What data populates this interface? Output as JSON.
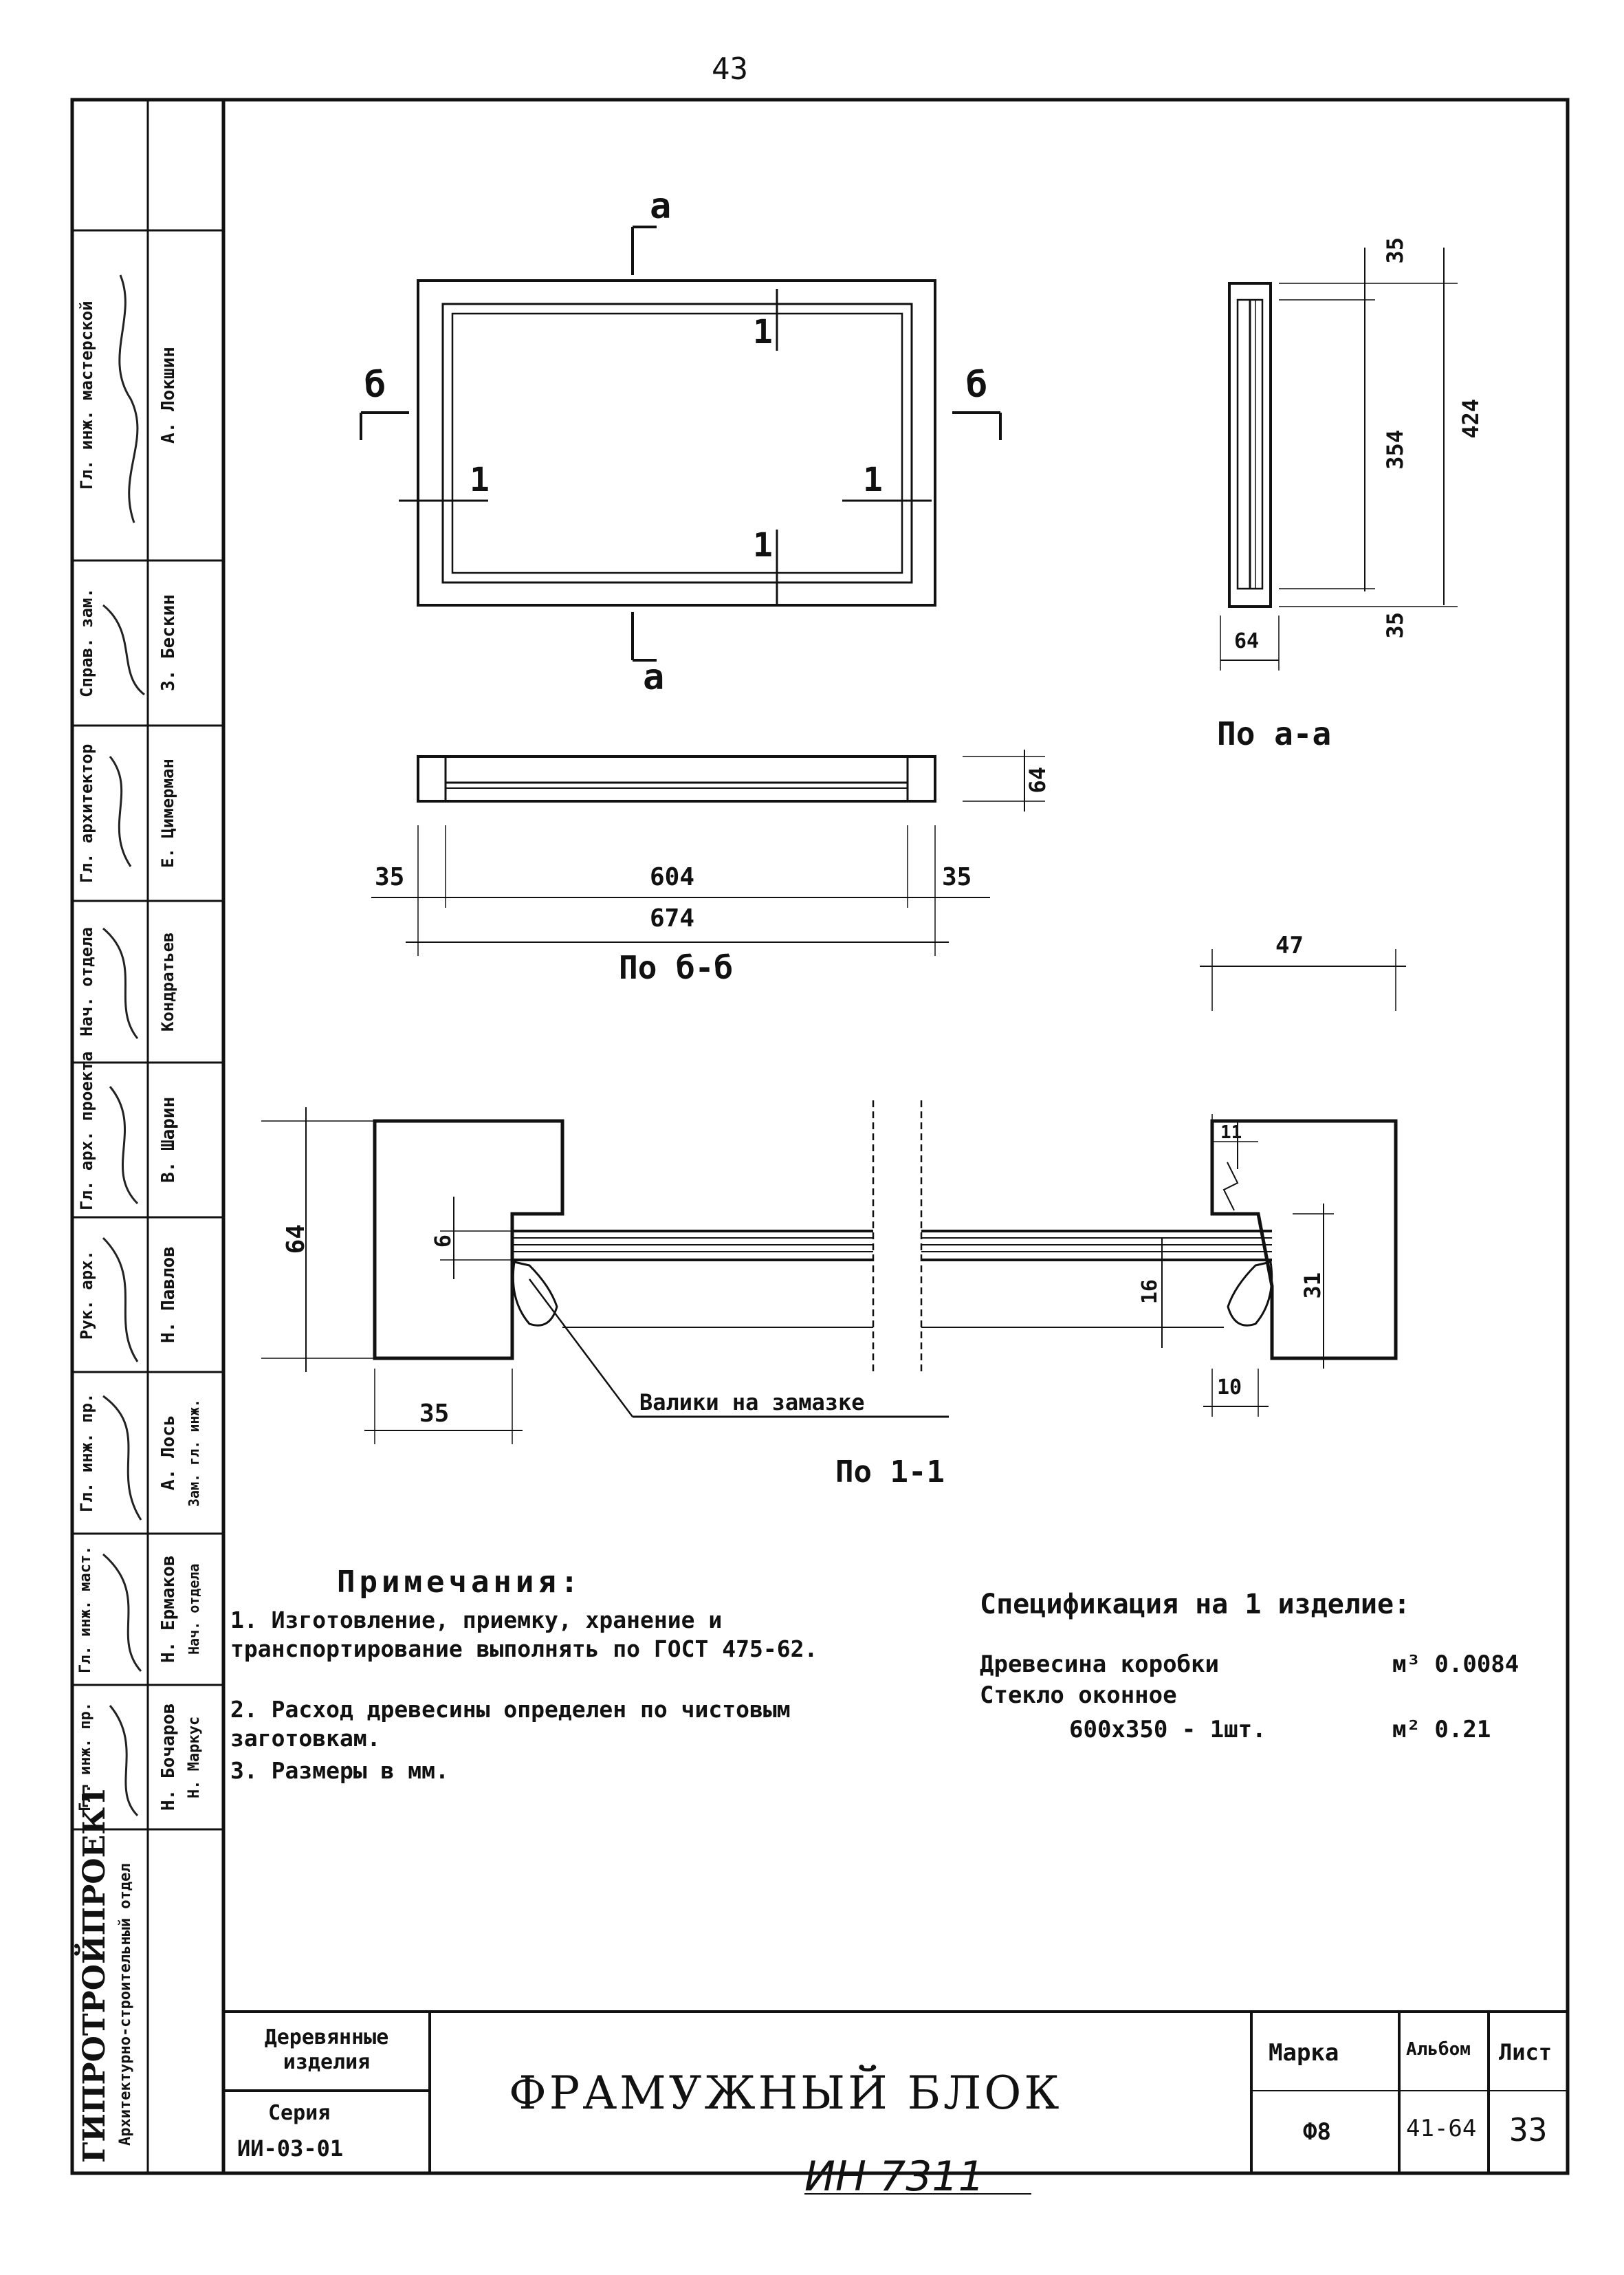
{
  "page_number": "43",
  "archive_number": "ИН 7311",
  "views": {
    "section_a_a": "По а-а",
    "section_b_b": "По б-б",
    "section_1_1": "По 1-1"
  },
  "plan_marks": {
    "cut_a": "а",
    "cut_b": "б",
    "cut_1": "1"
  },
  "dimensions": {
    "d35": "35",
    "d354": "354",
    "d424": "424",
    "d64": "64",
    "d604": "604",
    "d674": "674",
    "d47": "47",
    "d6": "6",
    "d16": "16",
    "d11": "11",
    "d31": "31",
    "d10": "10"
  },
  "callout": "Валики на замазке",
  "notes": {
    "title": "Примечания:",
    "items": [
      "1. Изготовление, приемку, хранение и транспортирование выполнять по ГОСТ 475-62.",
      "2. Расход древесины определен по чистовым заготовкам.",
      "3. Размеры в мм."
    ]
  },
  "spec": {
    "title": "Спецификация на 1 изделие:",
    "rows": [
      {
        "name": "Древесина коробки",
        "value": "м³ 0.0084"
      },
      {
        "name": "Стекло оконное",
        "value": ""
      },
      {
        "name": "600х350 - 1шт.",
        "value": "м² 0.21"
      }
    ]
  },
  "title_block": {
    "category": "Деревянные изделия",
    "series_label": "Серия",
    "series": "ИИ-03-01",
    "name": "ФРАМУЖНЫЙ БЛОК",
    "mark_label": "Марка",
    "mark": "Ф8",
    "album_label": "Альбом",
    "album": "41-64",
    "sheet_label": "Лист",
    "sheet": "33"
  },
  "side_stamp": {
    "org": "ГИПРОТРОЙПРОЕКТ",
    "dept": "Архитектурно-строительный отдел",
    "roles": [
      "Гл. инж. мастерской",
      "Гл. архитектор",
      "Нач. отдела",
      "Гл. арх. проекта",
      "Рук. арх.",
      "Гл. инж. пр.",
      "Гл. инж. маст.",
      "Гл. инж. пр.",
      "Нач. отдела",
      "Зам. гл. инж."
    ],
    "names": [
      "А. Локшин",
      "З. Бескин",
      "Е. Цимерман",
      "Кондратьев",
      "В. Шарин",
      "Н. Павлов",
      "А. Лось",
      "Н. Ермаков",
      "Н. Бочаров",
      "Н. Маркус"
    ],
    "mark": "Справ. зам."
  }
}
